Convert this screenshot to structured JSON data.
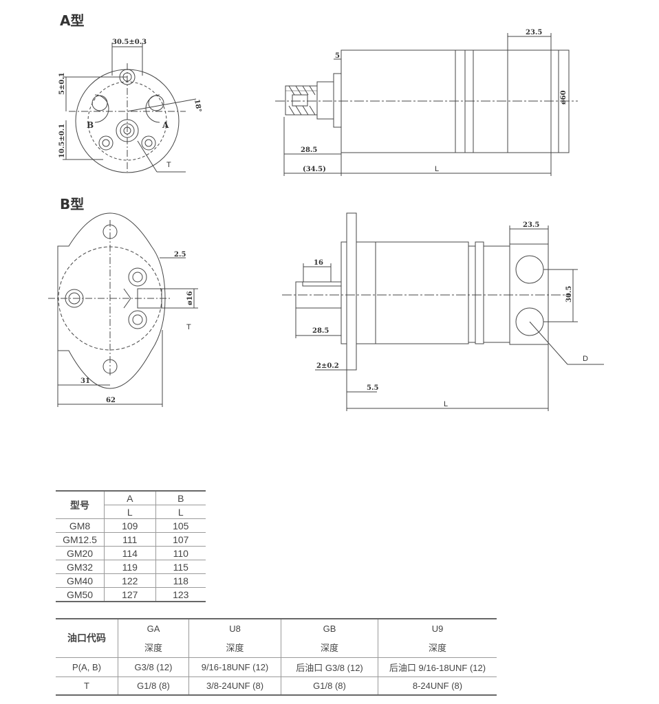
{
  "sections": {
    "a_title": "A型",
    "b_title": "B型"
  },
  "labels_a_front": {
    "width_dim": "30.5±0.3",
    "top_offset": "5±0.1",
    "bottom_offset": "10.5±0.1",
    "angle": "18°",
    "port_b": "B",
    "port_a": "A",
    "port_t": "T"
  },
  "labels_a_side": {
    "flange": "5",
    "end_len": "23.5",
    "diameter": "ø60",
    "shaft_len": "28.5",
    "overall_shaft": "(34.5)",
    "length": "L"
  },
  "labels_b_front": {
    "offset": "2.5",
    "diameter": "ø16",
    "port_t": "T",
    "half_width": "31",
    "width": "62"
  },
  "labels_b_side": {
    "key_len": "16",
    "end_len": "23.5",
    "port_spacing": "30.5",
    "shaft_len": "28.5",
    "flange_thk": "2±0.2",
    "flange_off": "5.5",
    "length": "L",
    "port_d": "D"
  },
  "table1": {
    "header": {
      "model": "型号",
      "col_a": "A",
      "col_b": "B",
      "sub_a": "L",
      "sub_b": "L"
    },
    "rows": [
      {
        "model": "GM8",
        "a": "109",
        "b": "105"
      },
      {
        "model": "GM12.5",
        "a": "111",
        "b": "107"
      },
      {
        "model": "GM20",
        "a": "114",
        "b": "110"
      },
      {
        "model": "GM32",
        "a": "119",
        "b": "115"
      },
      {
        "model": "GM40",
        "a": "122",
        "b": "118"
      },
      {
        "model": "GM50",
        "a": "127",
        "b": "123"
      }
    ]
  },
  "table2": {
    "header": {
      "code": "油口代码",
      "c1": "GA",
      "c2": "U8",
      "c3": "GB",
      "c4": "U9",
      "depth": "深度"
    },
    "rows": [
      {
        "name": "P(A, B)",
        "c1": "G3/8 (12)",
        "c2": "9/16-18UNF (12)",
        "c3": "后油口 G3/8 (12)",
        "c4": "后油口 9/16-18UNF (12)"
      },
      {
        "name": "T",
        "c1": "G1/8 (8)",
        "c2": "3/8-24UNF (8)",
        "c3": "G1/8 (8)",
        "c4": "8-24UNF (8)"
      }
    ]
  }
}
